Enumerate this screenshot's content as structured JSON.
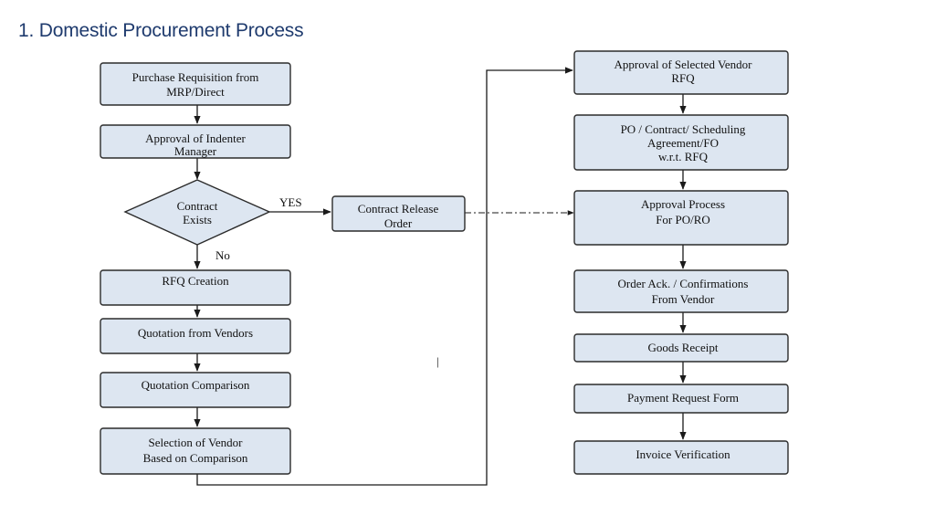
{
  "title": "1. Domestic Procurement Process",
  "nodes": {
    "purchase_requisition": [
      "Purchase Requisition from",
      "MRP/Direct"
    ],
    "approval_indenter": [
      "Approval of Indenter",
      "Manager"
    ],
    "contract_exists": [
      "Contract",
      "Exists"
    ],
    "contract_release_order": [
      "Contract Release",
      "Order"
    ],
    "rfq_creation": [
      "RFQ Creation"
    ],
    "quotation_vendors": [
      "Quotation from Vendors"
    ],
    "quotation_comparison": [
      "Quotation Comparison"
    ],
    "selection_vendor": [
      "Selection of Vendor",
      "Based on Comparison"
    ],
    "approval_selected_vendor": [
      "Approval of Selected Vendor",
      "RFQ"
    ],
    "po_contract": [
      "PO / Contract/ Scheduling",
      "Agreement/FO",
      "w.r.t. RFQ"
    ],
    "approval_process": [
      "Approval Process",
      "For PO/RO"
    ],
    "order_ack": [
      "Order Ack. / Confirmations",
      "From Vendor"
    ],
    "goods_receipt": [
      "Goods Receipt"
    ],
    "payment_request": [
      "Payment Request Form"
    ],
    "invoice_verification": [
      "Invoice Verification"
    ]
  },
  "edge_labels": {
    "yes": "YES",
    "no": "No"
  },
  "stray_mark": "|"
}
